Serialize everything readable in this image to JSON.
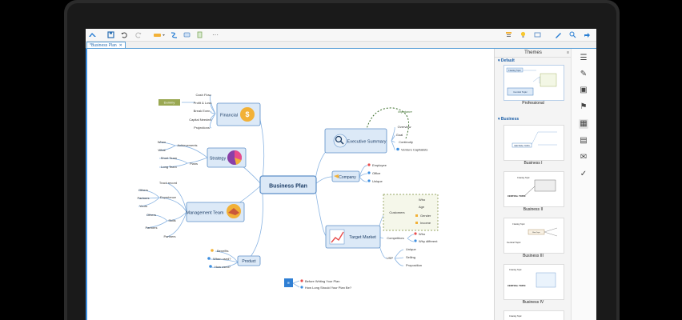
{
  "toolbar": {
    "logo_icon": "mountain-logo-icon",
    "save_icon": "save-icon",
    "undo_icon": "undo-icon",
    "redo_icon": "redo-icon",
    "more_label": "···"
  },
  "tab": {
    "label": "*Business Plan",
    "close": "✕"
  },
  "panel": {
    "title": "Themes",
    "sections": [
      {
        "label": "Default"
      },
      {
        "label": "Business"
      }
    ],
    "themes": [
      "Professional",
      "Business I",
      "Business II",
      "Business III",
      "Business IV"
    ],
    "thumb_text": {
      "floating_topic": "Floating Topic",
      "central_topic_title": "Central Topic",
      "central_topic_upper": "CENTRAL TOPIC",
      "main_topic": "Main Topic"
    }
  },
  "mindmap": {
    "central": "Business Plan",
    "financial": {
      "label": "Financial",
      "items": [
        "Cash Flow",
        "Profit & Loss",
        "Break Even",
        "Capital Needed",
        "Projections"
      ],
      "tag": "Dummy"
    },
    "strategy": {
      "label": "Strategy",
      "achievements": "Achievements",
      "plans": "Plans",
      "when": "When",
      "what": "What",
      "short_team": "Short Team",
      "long_team": "Long Team"
    },
    "management": {
      "label": "Management Team",
      "track_record": "Track record",
      "experience": "Experience",
      "skills": "Skills",
      "partners": "Partners",
      "others": "Others",
      "yours": "Yours"
    },
    "product": {
      "label": "Product",
      "items": [
        "Benefits",
        "When used?",
        "How used?"
      ]
    },
    "executive": {
      "label": "Executive Summary",
      "items": [
        "Overview",
        "Goal",
        "Continuity",
        "Venture Capitalists"
      ],
      "note": "Importance"
    },
    "company": {
      "label": "Company",
      "items": [
        "Employee",
        "Office",
        "Unique"
      ]
    },
    "target": {
      "label": "Target Market",
      "customers": "Customers",
      "customer_items": [
        "Who",
        "Age",
        "Gender",
        "Income"
      ],
      "competitors": "Competitors",
      "competitor_items": [
        "Who",
        "Why different"
      ],
      "usp": "USP",
      "usp_items": [
        "Unique",
        "Selling",
        "Proposition"
      ]
    },
    "floating": {
      "icon_label": "≡",
      "items": [
        "Before Writing Your Plan",
        "How Long Should Your Plan Be?"
      ]
    }
  },
  "colors": {
    "accent": "#3c8ee0",
    "node_fill": "#dce9f7",
    "node_stroke": "#5c8fc8",
    "line": "#8ab4e2",
    "dummy": "#9aa852"
  }
}
